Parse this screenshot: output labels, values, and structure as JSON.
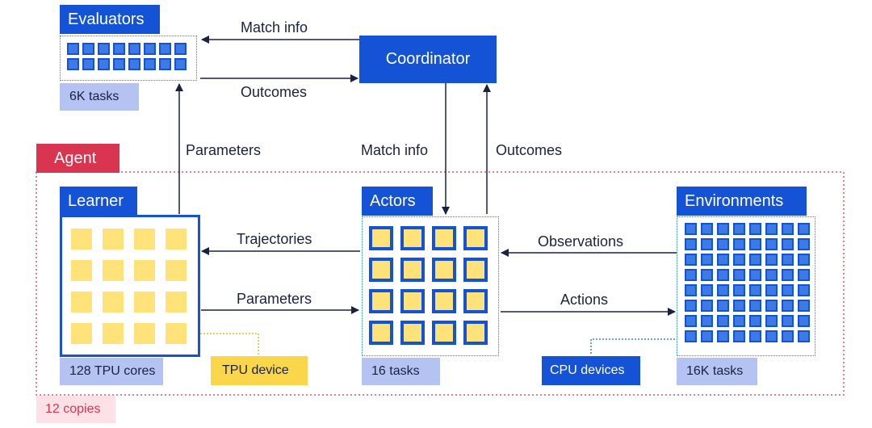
{
  "nodes": {
    "evaluators": {
      "title": "Evaluators",
      "count": "6K tasks"
    },
    "coordinator": {
      "title": "Coordinator"
    },
    "agent": {
      "title": "Agent",
      "copies": "12 copies"
    },
    "learner": {
      "title": "Learner",
      "count": "128 TPU cores",
      "device": "TPU device"
    },
    "actors": {
      "title": "Actors",
      "count": "16 tasks"
    },
    "environments": {
      "title": "Environments",
      "count": "16K tasks",
      "device": "CPU devices"
    }
  },
  "edges": {
    "match_info_top": "Match info",
    "outcomes_top": "Outcomes",
    "parameters_up": "Parameters",
    "match_info_down": "Match info",
    "outcomes_up": "Outcomes",
    "trajectories": "Trajectories",
    "parameters": "Parameters",
    "observations": "Observations",
    "actions": "Actions"
  },
  "colors": {
    "primary_blue": "#1453d6",
    "agent_red": "#d93450",
    "tpu_yellow": "#ffe27a",
    "lavender": "#b4c3f1"
  }
}
